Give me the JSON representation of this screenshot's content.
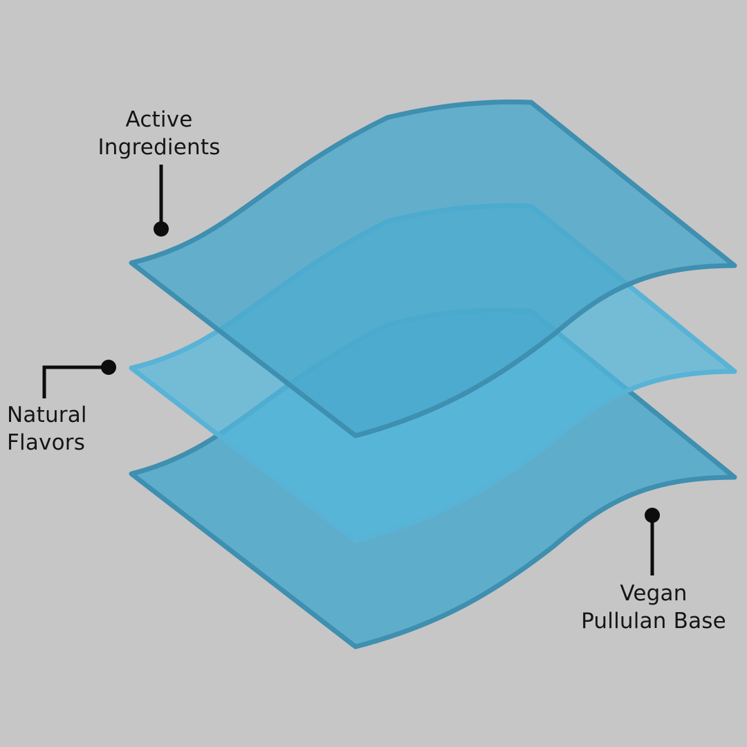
{
  "labels": {
    "active_ingredients": {
      "line1": "Active",
      "line2": "Ingredients"
    },
    "natural_flavors": {
      "line1": "Natural",
      "line2": "Flavors"
    },
    "vegan_pullulan_base": {
      "line1": "Vegan",
      "line2": "Pullulan Base"
    }
  },
  "colors": {
    "background": "#c6c6c6",
    "top_layer": "#4aa9cc",
    "middle_layer": "#55b8dc",
    "bottom_layer": "#4ba8cb",
    "layer_edge": "#3f8fb0",
    "callout": "#0d0d0d"
  }
}
